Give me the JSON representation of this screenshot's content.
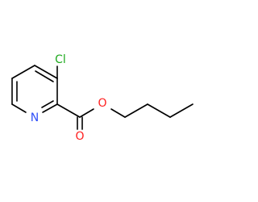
{
  "molecule": {
    "atoms": {
      "nitrogen": "N",
      "chlorine": "Cl",
      "carbonyl_oxygen": "O",
      "ester_oxygen": "O"
    },
    "colors": {
      "nitrogen": "#3050F8",
      "chlorine": "#1FAA1F",
      "oxygen": "#FF2020",
      "bond": "#000000"
    }
  }
}
